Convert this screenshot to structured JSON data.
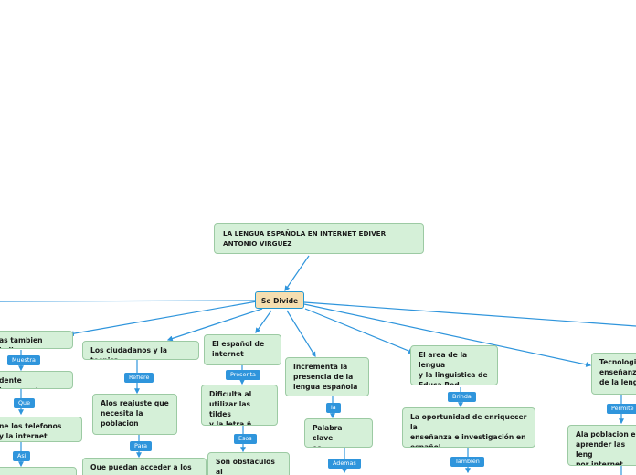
{
  "root": "LA LENGUA ESPAÑOLA EN INTERNET EDIVER ANTONIO VIRGUEZ",
  "center": "Se Divide",
  "branches": [
    {
      "text": "as tambien bailan",
      "sub": [
        {
          "label": "Muestra",
          "text": "dente incremento"
        },
        {
          "label": "Que",
          "text": "ne los telefonos\ny la internet"
        },
        {
          "label": "Asi",
          "text": ""
        }
      ]
    },
    {
      "text": "Los ciudadanos  y la tecnica",
      "sub": [
        {
          "label": "Refiere",
          "text": "Alos reajuste que\nnecesita la\npoblacion"
        },
        {
          "label": "Para",
          "text": "Que puedan acceder a los"
        }
      ]
    },
    {
      "text": "El español de\ninternet",
      "sub": [
        {
          "label": "Presenta",
          "text": "Dificulta  al\nutilizar las tildes\ny la letra ñ"
        },
        {
          "label": "Esos",
          "text": "Son obstaculos  al\nusar el español en"
        }
      ]
    },
    {
      "text": "Incrementa  la\npresencia de la\nlengua española",
      "sub": [
        {
          "label": "la",
          "text": "Palabra clave\nes contenidos"
        },
        {
          "label": "Ademas",
          "text": ""
        }
      ]
    },
    {
      "text": "El area de la lengua\ny la linguistica de\nEduca Red",
      "sub": [
        {
          "label": "Brinda",
          "text": "La oportunidad de enriquecer la\nenseñanza e investigación en\nespañol"
        },
        {
          "label": "Tambien",
          "text": ""
        }
      ]
    },
    {
      "text": "Tecnologia\nenseñanza\nde la lengu",
      "sub": [
        {
          "label": "Permite",
          "text": "Ala poblacion en\naprender las leng\npor internet"
        }
      ]
    }
  ],
  "colors": {
    "node_fill": "#d5f0d8",
    "center_fill": "#f5deb0",
    "label_fill": "#2f95dc",
    "line": "#2f95dc"
  }
}
